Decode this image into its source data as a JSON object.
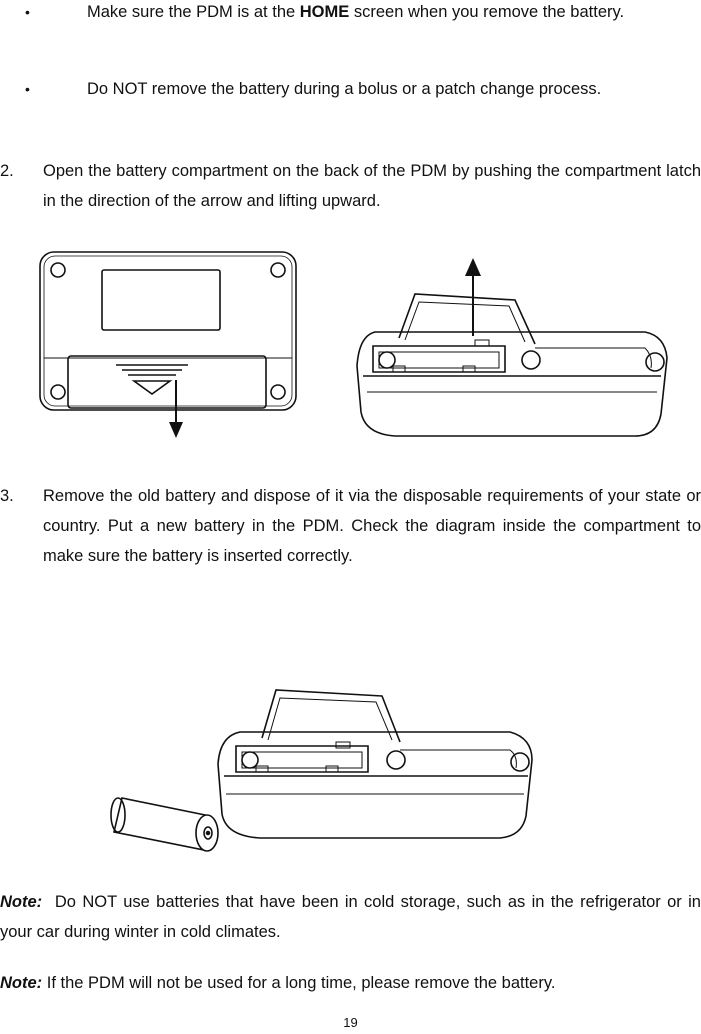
{
  "bullets": [
    {
      "marker": "•",
      "text_before": "Make sure the PDM is at the ",
      "text_bold": "HOME",
      "text_after": " screen when you remove the battery."
    },
    {
      "marker": "•",
      "text": "Do NOT remove the battery during a bolus or a patch change process."
    }
  ],
  "steps": [
    {
      "number": "2.",
      "text": "Open the battery compartment on the back of the PDM by pushing the compartment latch in the direction of the arrow and lifting upward."
    },
    {
      "number": "3.",
      "text": "Remove the old battery and dispose of it via the disposable requirements of your state or country. Put a new battery in the PDM. Check the diagram inside the compartment to make sure the battery is inserted correctly."
    }
  ],
  "notes": [
    {
      "label": "Note:",
      "text": "Do NOT use batteries that have been in cold storage, such as in the refrigerator or in your car during winter in cold climates."
    },
    {
      "label": "Note:",
      "text": "If the PDM will not be used for a long time, please remove the battery."
    }
  ],
  "footer": {
    "page_number": "19"
  }
}
